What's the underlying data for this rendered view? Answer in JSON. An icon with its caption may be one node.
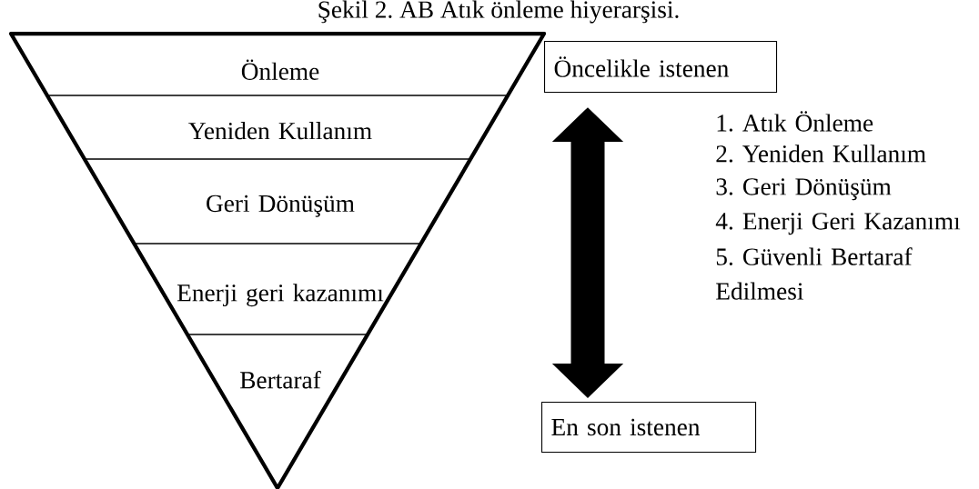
{
  "diagram": {
    "title": "Şekil 2. AB Atık önleme hiyerarşisi.",
    "nodes": [
      {
        "text": [],
        "shape": "triangle"
      },
      {
        "text": [
          "Önleme"
        ],
        "in": 0
      },
      {
        "text": [
          "Yeniden Kullanım"
        ],
        "in": 0
      },
      {
        "text": [
          "Geri Dönüşüm"
        ],
        "in": 0
      },
      {
        "text": [
          "Enerji geri kazanımı"
        ],
        "in": 0
      },
      {
        "text": [
          "Bertaraf"
        ],
        "in": 0
      },
      {
        "text": [
          "Öncelikle istenen"
        ]
      },
      {
        "text": [
          "En son istenen"
        ]
      }
    ],
    "edges": [
      {
        "from": 6,
        "to": 7,
        "arrow": "both"
      }
    ],
    "labels": [
      "1. Atık Önleme",
      "2. Yeniden Kullanım",
      "3. Geri Dönüşüm",
      "4. Enerji Geri Kazanımı",
      "5. Güvenli Bertaraf Edilmesi"
    ]
  }
}
